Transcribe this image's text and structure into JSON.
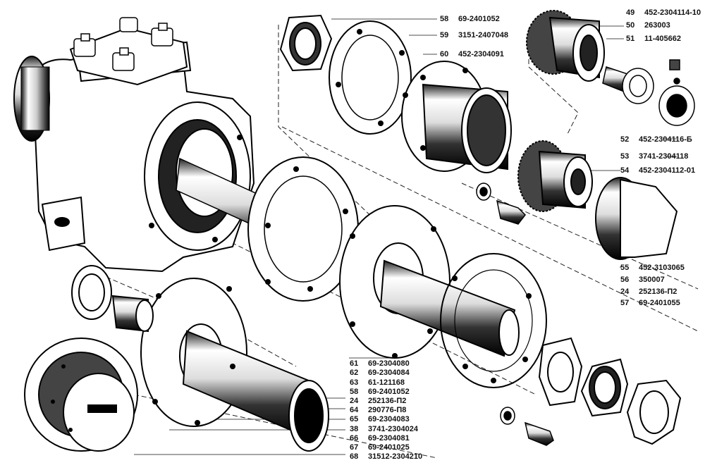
{
  "diagram": {
    "labels_top_right": [
      {
        "num": "49",
        "part": "452-2304114-10"
      },
      {
        "num": "50",
        "part": "263003"
      },
      {
        "num": "51",
        "part": "11-405662"
      }
    ],
    "labels_top": [
      {
        "num": "58",
        "part": "69-2401052"
      },
      {
        "num": "59",
        "part": "3151-2407048"
      },
      {
        "num": "60",
        "part": "452-2304091"
      }
    ],
    "labels_right": [
      {
        "num": "52",
        "part": "452-2304116-Б"
      },
      {
        "num": "53",
        "part": "3741-2304118"
      },
      {
        "num": "54",
        "part": "452-2304112-01"
      },
      {
        "num": "55",
        "part": "452-3103065"
      },
      {
        "num": "56",
        "part": "350007"
      },
      {
        "num": "24",
        "part": "252136-П2"
      },
      {
        "num": "57",
        "part": "69-2401055"
      }
    ],
    "labels_bottom": [
      {
        "num": "61",
        "part": "69-2304080"
      },
      {
        "num": "62",
        "part": "69-2304084"
      },
      {
        "num": "63",
        "part": "61-121168"
      },
      {
        "num": "58",
        "part": "69-2401052"
      },
      {
        "num": "24",
        "part": "252136-П2"
      },
      {
        "num": "64",
        "part": "290776-П8"
      },
      {
        "num": "65",
        "part": "69-2304083"
      },
      {
        "num": "38",
        "part": "3741-2304024"
      },
      {
        "num": "66",
        "part": "69-2304081"
      },
      {
        "num": "67",
        "part": "69-2401025"
      },
      {
        "num": "68",
        "part": "31512-2304210"
      }
    ]
  }
}
